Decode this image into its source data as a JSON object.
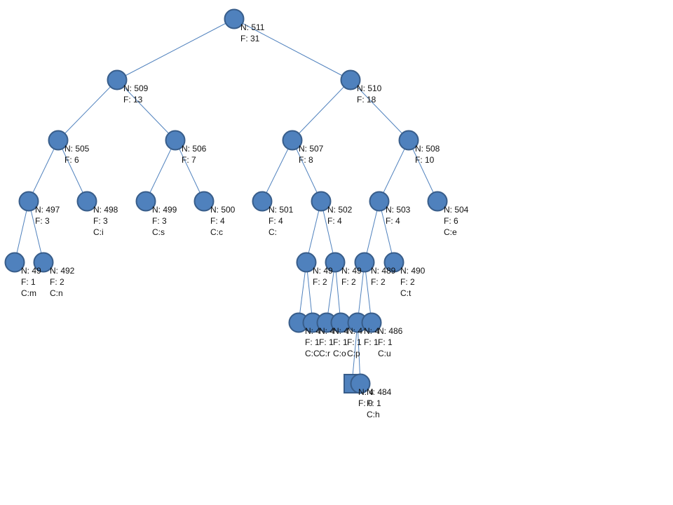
{
  "colors": {
    "node_fill": "#4F81BD",
    "node_stroke": "#385D8A",
    "edge": "#4F81BD",
    "text": "#111111"
  },
  "nodes": [
    {
      "id": "n511",
      "shape": "circle",
      "lines": [
        "N: 511",
        "F: 31"
      ]
    },
    {
      "id": "n509",
      "shape": "circle",
      "lines": [
        "N: 509",
        "F: 13"
      ]
    },
    {
      "id": "n510",
      "shape": "circle",
      "lines": [
        "N: 510",
        "F: 18"
      ]
    },
    {
      "id": "n505",
      "shape": "circle",
      "lines": [
        "N: 505",
        "F: 6"
      ]
    },
    {
      "id": "n506",
      "shape": "circle",
      "lines": [
        "N: 506",
        "F: 7"
      ]
    },
    {
      "id": "n507",
      "shape": "circle",
      "lines": [
        "N: 507",
        "F: 8"
      ]
    },
    {
      "id": "n508",
      "shape": "circle",
      "lines": [
        "N: 508",
        "F: 10"
      ]
    },
    {
      "id": "n497",
      "shape": "circle",
      "lines": [
        "N: 497",
        "F: 3"
      ]
    },
    {
      "id": "n498",
      "shape": "circle",
      "lines": [
        "N: 498",
        "F: 3",
        "C:i"
      ]
    },
    {
      "id": "n499",
      "shape": "circle",
      "lines": [
        "N: 499",
        "F: 3",
        "C:s"
      ]
    },
    {
      "id": "n500",
      "shape": "circle",
      "lines": [
        "N: 500",
        "F: 4",
        "C:c"
      ]
    },
    {
      "id": "n501",
      "shape": "circle",
      "lines": [
        "N: 501",
        "F: 4",
        "C:"
      ]
    },
    {
      "id": "n502",
      "shape": "circle",
      "lines": [
        "N: 502",
        "F: 4"
      ]
    },
    {
      "id": "n503",
      "shape": "circle",
      "lines": [
        "N: 503",
        "F: 4"
      ]
    },
    {
      "id": "n504",
      "shape": "circle",
      "lines": [
        "N: 504",
        "F: 6",
        "C:e"
      ]
    },
    {
      "id": "n491",
      "shape": "circle",
      "lines": [
        "N: 49",
        "F: 1",
        "C:m"
      ]
    },
    {
      "id": "n492",
      "shape": "circle",
      "lines": [
        "N: 492",
        "F: 2",
        "C:n"
      ]
    },
    {
      "id": "n493",
      "shape": "circle",
      "lines": [
        "N: 49",
        "F: 2"
      ]
    },
    {
      "id": "n494",
      "shape": "circle",
      "lines": [
        "N: 49",
        "F: 2"
      ]
    },
    {
      "id": "n489",
      "shape": "circle",
      "lines": [
        "N: 489",
        "F: 2"
      ]
    },
    {
      "id": "n490",
      "shape": "circle",
      "lines": [
        "N: 490",
        "F: 2",
        "C:t"
      ]
    },
    {
      "id": "n481",
      "shape": "circle",
      "lines": [
        "N: 4",
        "F: 1",
        "C:C"
      ]
    },
    {
      "id": "n482",
      "shape": "circle",
      "lines": [
        "N: 4",
        "F: 1",
        "C:r"
      ]
    },
    {
      "id": "n483",
      "shape": "circle",
      "lines": [
        "N: 4",
        "F: 1",
        "C:o"
      ]
    },
    {
      "id": "n484",
      "shape": "circle",
      "lines": [
        "N: 4",
        "F: 1",
        "C:p"
      ]
    },
    {
      "id": "n485",
      "shape": "circle",
      "lines": [
        "N: 4",
        "F: 1"
      ]
    },
    {
      "id": "n486",
      "shape": "circle",
      "lines": [
        "N: 486",
        "F: 1",
        "C:u"
      ]
    },
    {
      "id": "nsq",
      "shape": "square",
      "lines": [
        "N: 4",
        "F: 0"
      ]
    },
    {
      "id": "n4xx",
      "shape": "circle",
      "lines": [
        "N: 484",
        "F: 1",
        "C:h"
      ]
    }
  ],
  "edges": [
    [
      "n511",
      "n509"
    ],
    [
      "n511",
      "n510"
    ],
    [
      "n509",
      "n505"
    ],
    [
      "n509",
      "n506"
    ],
    [
      "n510",
      "n507"
    ],
    [
      "n510",
      "n508"
    ],
    [
      "n505",
      "n497"
    ],
    [
      "n505",
      "n498"
    ],
    [
      "n506",
      "n499"
    ],
    [
      "n506",
      "n500"
    ],
    [
      "n507",
      "n501"
    ],
    [
      "n507",
      "n502"
    ],
    [
      "n508",
      "n503"
    ],
    [
      "n508",
      "n504"
    ],
    [
      "n497",
      "n491"
    ],
    [
      "n497",
      "n492"
    ],
    [
      "n502",
      "n493"
    ],
    [
      "n502",
      "n494"
    ],
    [
      "n503",
      "n489"
    ],
    [
      "n503",
      "n490"
    ],
    [
      "n493",
      "n481"
    ],
    [
      "n493",
      "n482"
    ],
    [
      "n494",
      "n483"
    ],
    [
      "n494",
      "n484"
    ],
    [
      "n489",
      "n485"
    ],
    [
      "n489",
      "n486"
    ],
    [
      "n485",
      "nsq"
    ],
    [
      "n485",
      "n4xx"
    ]
  ]
}
